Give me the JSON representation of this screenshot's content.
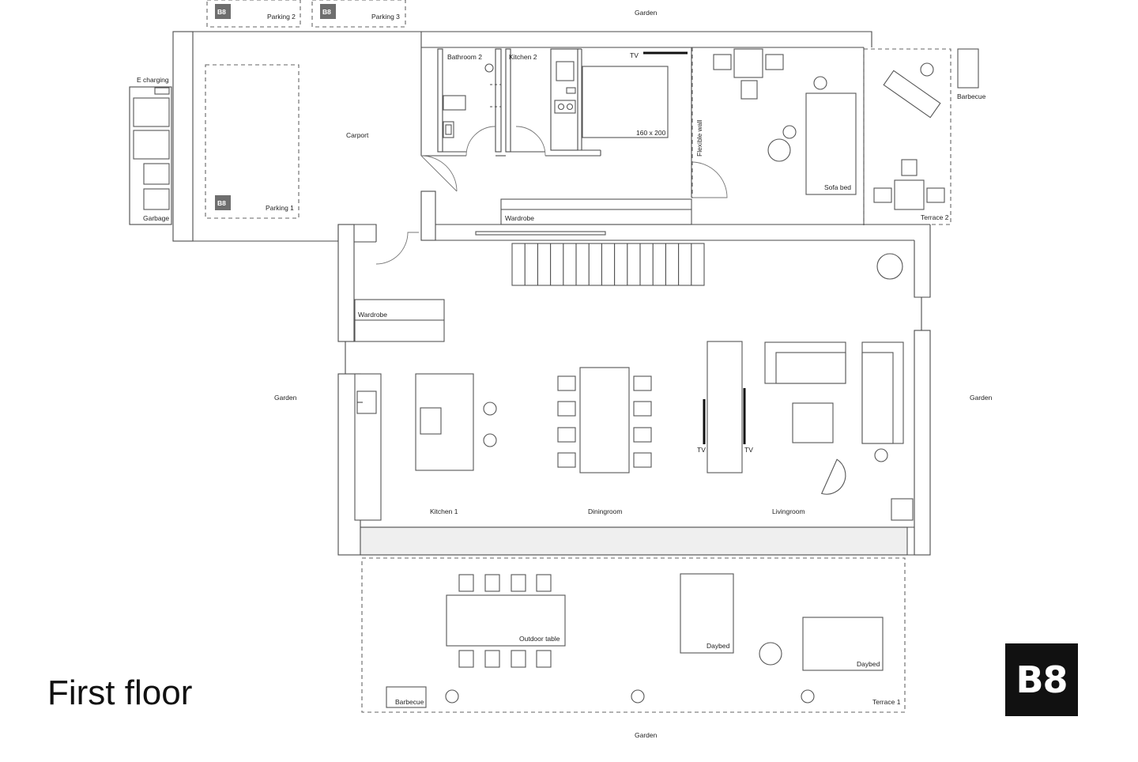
{
  "title": "First floor",
  "logo_text": "B8",
  "badge_text": "B8",
  "labels": {
    "garden_top": "Garden",
    "garden_left": "Garden",
    "garden_right": "Garden",
    "garden_bottom": "Garden",
    "parking1": "Parking 1",
    "parking2": "Parking 2",
    "parking3": "Parking 3",
    "e_charging": "E charging",
    "garbage": "Garbage",
    "carport": "Carport",
    "bathroom2": "Bathroom 2",
    "kitchen2": "Kitchen 2",
    "tv_bedroom": "TV",
    "bed_size": "160 x 200",
    "flexible_wall": "Flexible wall",
    "sofabed": "Sofa bed",
    "terrace2": "Terrace 2",
    "barbecue_terrace2": "Barbecue",
    "wardrobe_upper": "Wardrobe",
    "wardrobe_lower": "Wardrobe",
    "kitchen1": "Kitchen 1",
    "diningroom": "Diningroom",
    "livingroom": "Livingroom",
    "tv_left": "TV",
    "tv_right": "TV",
    "outdoor_table": "Outdoor table",
    "daybed1": "Daybed",
    "daybed2": "Daybed",
    "barbecue_terrace1": "Barbecue",
    "terrace1": "Terrace 1"
  }
}
